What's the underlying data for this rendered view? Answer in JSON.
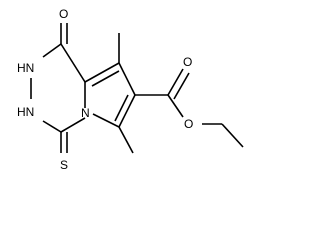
{
  "molecule": {
    "atom_labels": {
      "carbonyl_oxygen": "O",
      "nh_top": "HN",
      "nh_bottom": "HN",
      "ring_nitrogen": "N",
      "thione_sulfur": "S",
      "ester_carbonyl_oxygen": "O",
      "ester_ether_oxygen": "O"
    }
  }
}
